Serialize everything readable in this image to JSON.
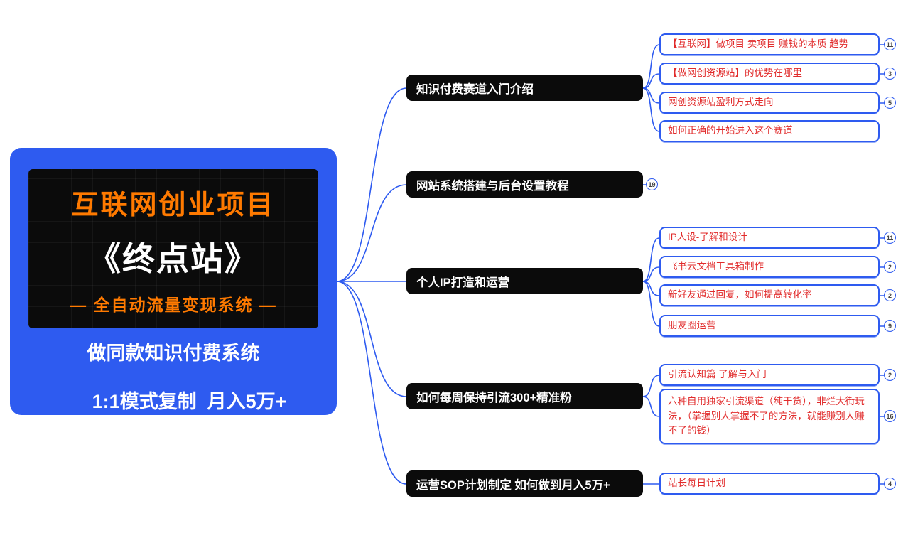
{
  "colors": {
    "accent_blue": "#2e5bf0",
    "node_black": "#0b0b0b",
    "child_text_red": "#e12b2b",
    "highlight_orange": "#ff7a00"
  },
  "root": {
    "card": {
      "line1": "互联网创业项目",
      "line2": "《终点站》",
      "line3": "— 全自动流量变现系统 —"
    },
    "subtitle_line1": "做同款知识付费系统",
    "subtitle_line2": "1:1模式复制  月入5万+"
  },
  "branches": [
    {
      "label": "知识付费赛道入门介绍",
      "children": [
        {
          "label": "【互联网】做项目 卖项目 赚钱的本质 趋势",
          "badge": "11"
        },
        {
          "label": "【做网创资源站】的优势在哪里",
          "badge": "3"
        },
        {
          "label": "网创资源站盈利方式走向",
          "badge": "5"
        },
        {
          "label": "如何正确的开始进入这个赛道"
        }
      ]
    },
    {
      "label": "网站系统搭建与后台设置教程",
      "badge": "19",
      "children": []
    },
    {
      "label": "个人IP打造和运营",
      "children": [
        {
          "label": "IP人设-了解和设计",
          "badge": "11"
        },
        {
          "label": "飞书云文档工具箱制作",
          "badge": "2"
        },
        {
          "label": "新好友通过回复，如何提高转化率",
          "badge": "2"
        },
        {
          "label": "朋友圈运营",
          "badge": "9"
        }
      ]
    },
    {
      "label": "如何每周保持引流300+精准粉",
      "children": [
        {
          "label": "引流认知篇 了解与入门",
          "badge": "2"
        },
        {
          "label": "六种自用独家引流渠道（纯干货），非烂大街玩法，（掌握别人掌握不了的方法，就能赚别人赚不了的钱）",
          "badge": "16"
        }
      ]
    },
    {
      "label": "运营SOP计划制定 如何做到月入5万+",
      "children": [
        {
          "label": "站长每日计划",
          "badge": "4"
        }
      ]
    }
  ]
}
